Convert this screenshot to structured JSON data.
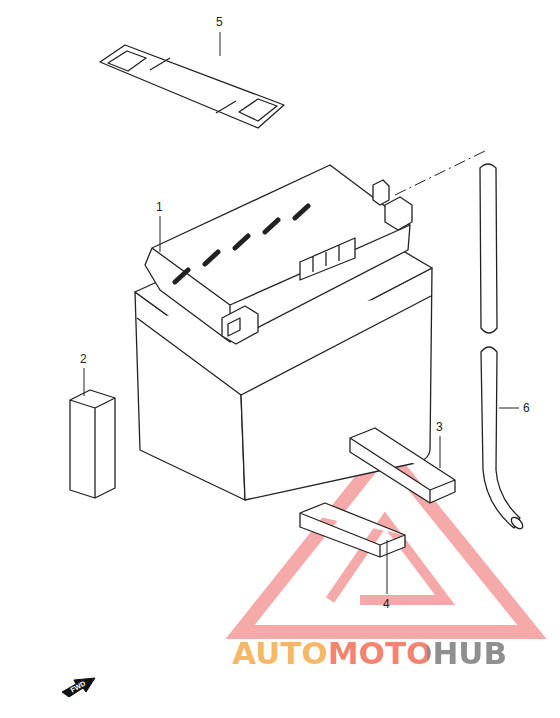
{
  "diagram": {
    "labels": [
      "5",
      "1",
      "2",
      "3",
      "6",
      "4",
      "AUTOMOTOHUB",
      "FWD"
    ]
  }
}
